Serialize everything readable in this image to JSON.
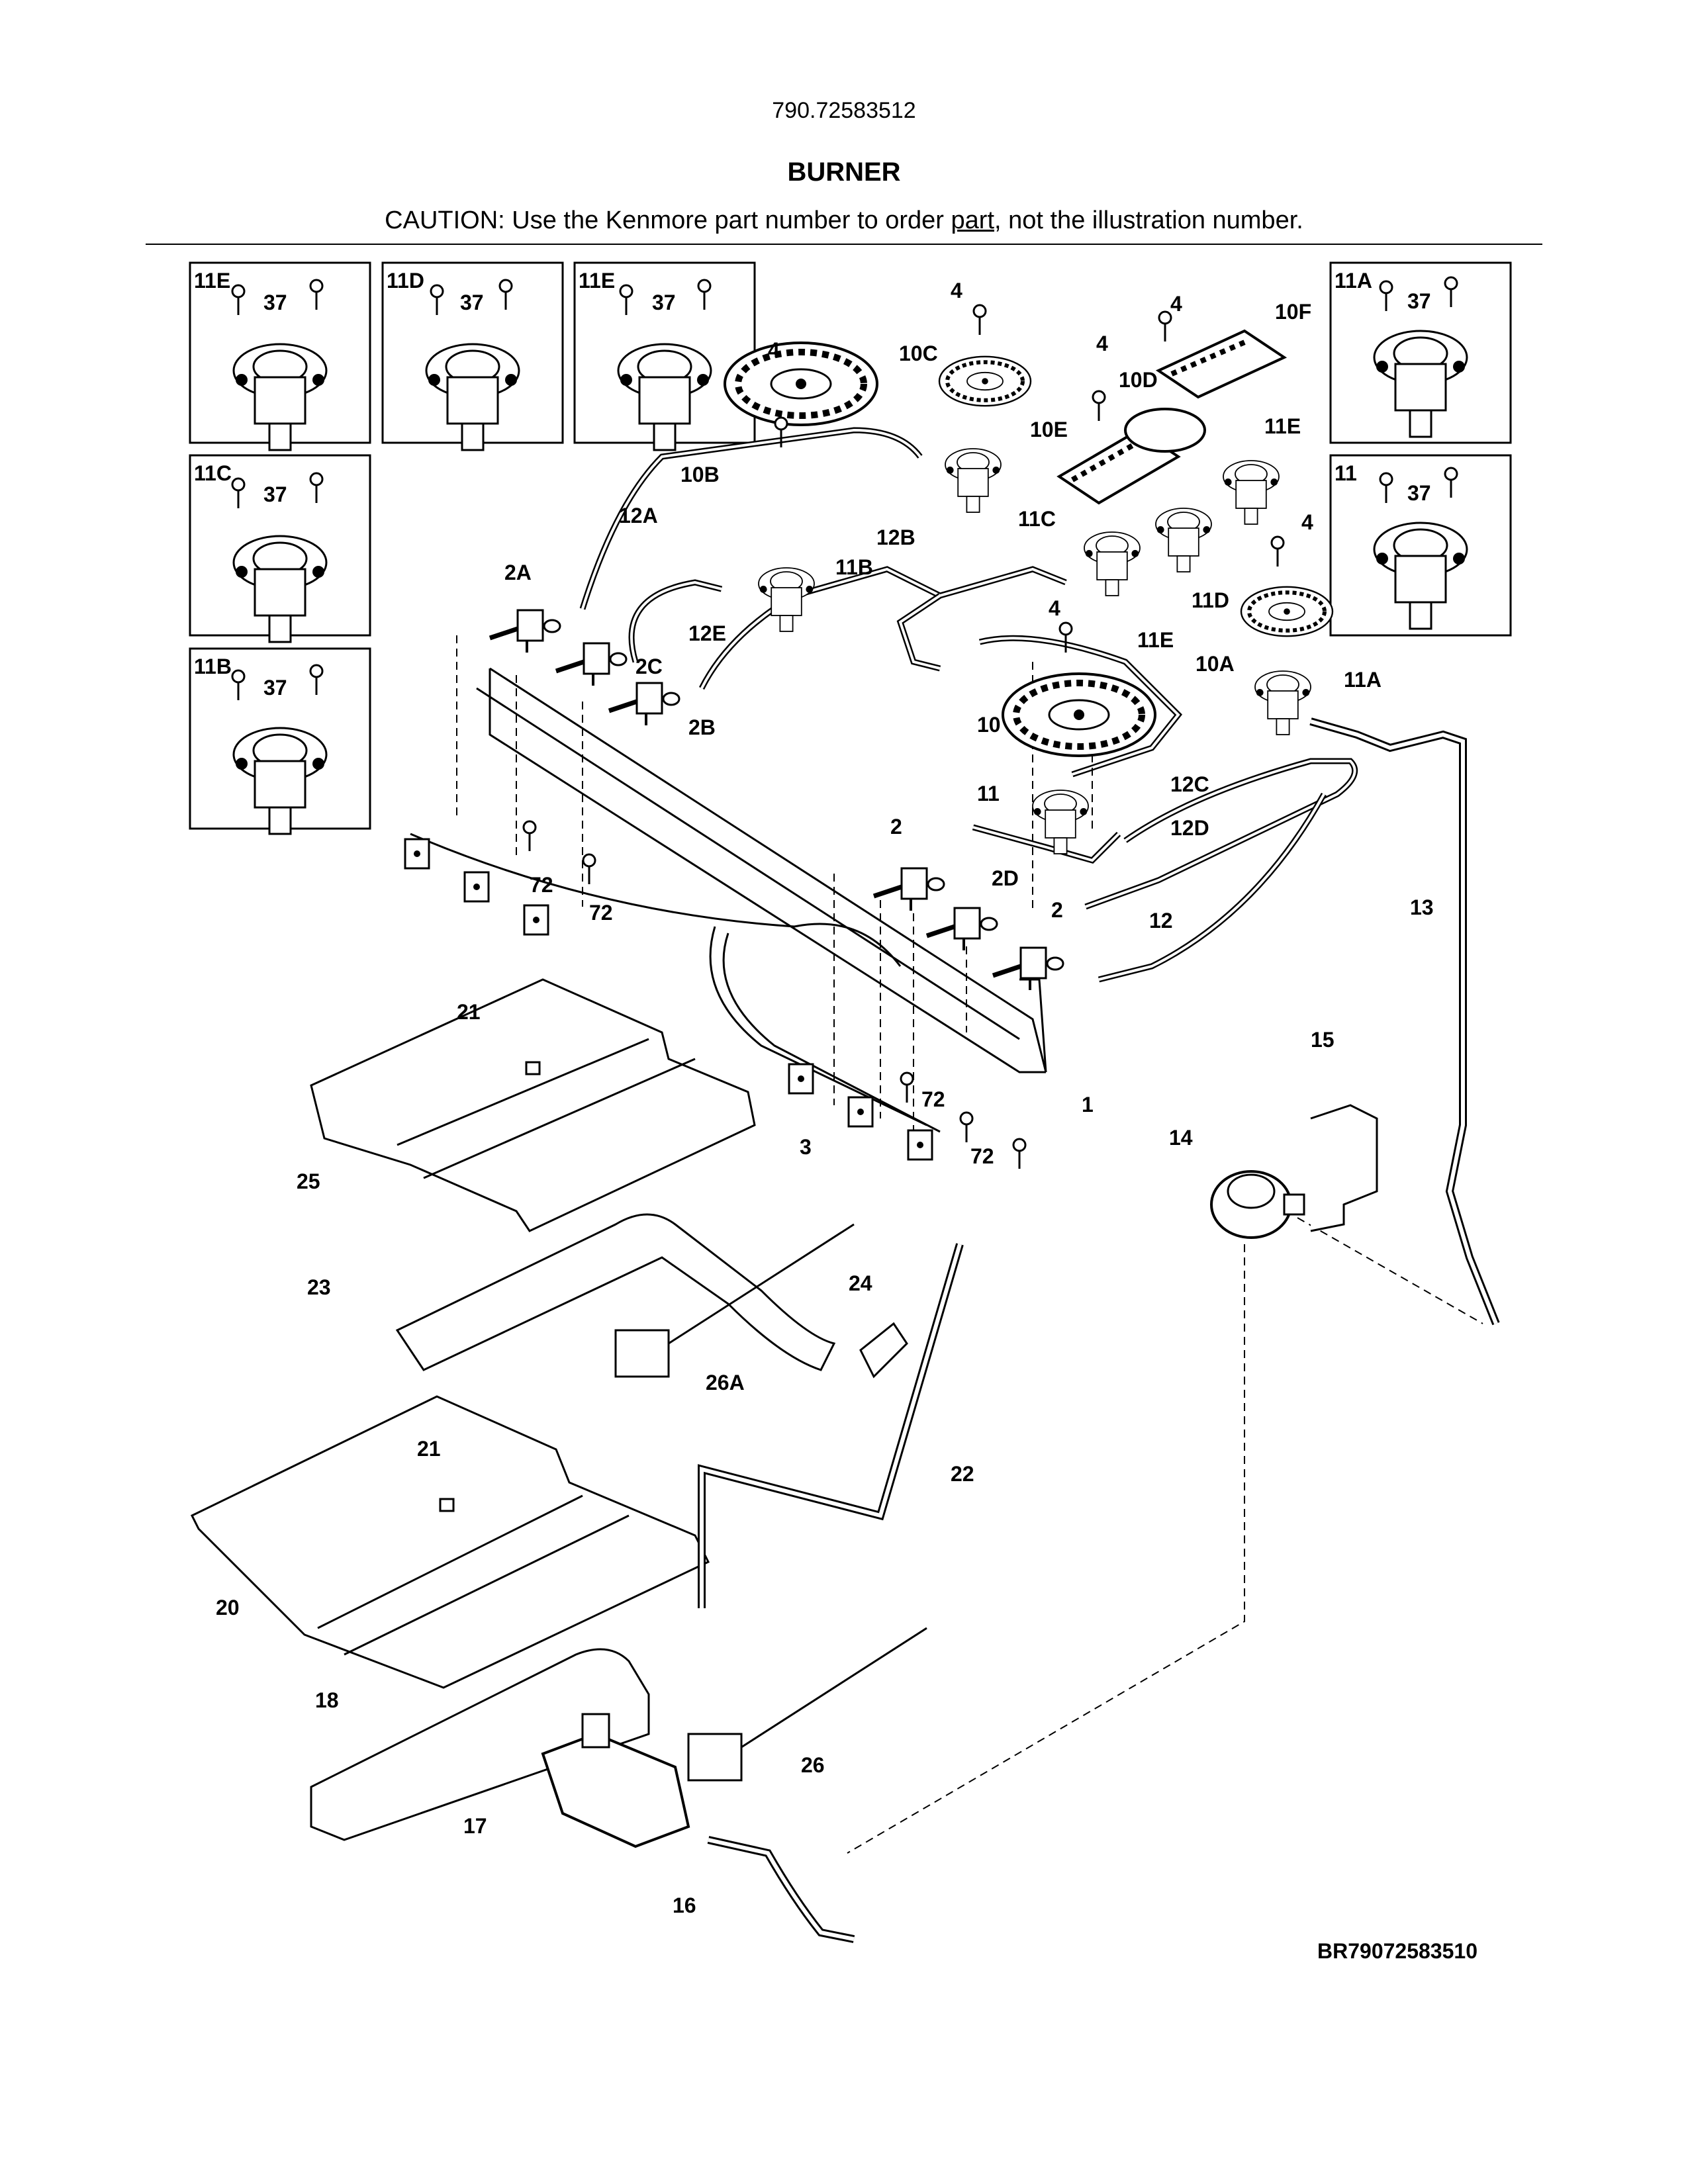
{
  "header": {
    "model": "790.72583512",
    "title": "BURNER",
    "caution_before": "CAUTION: Use the Kenmore part number to order ",
    "caution_link": "part",
    "caution_after": ", not the illustration number."
  },
  "insets": [
    {
      "label": "11E",
      "screw": "37"
    },
    {
      "label": "11D",
      "screw": "37"
    },
    {
      "label": "11E",
      "screw": "37"
    },
    {
      "label": "11C",
      "screw": "37"
    },
    {
      "label": "11B",
      "screw": "37"
    },
    {
      "label": "11A",
      "screw": "37"
    },
    {
      "label": "11",
      "screw": "37"
    }
  ],
  "callouts": {
    "c4a": "4",
    "c4b": "4",
    "c4c": "4",
    "c4d": "4",
    "c4e": "4",
    "c4f": "4",
    "c10": "10",
    "c10A": "10A",
    "c10B": "10B",
    "c10C": "10C",
    "c10D": "10D",
    "c10E": "10E",
    "c10F": "10F",
    "c11": "11",
    "c11A": "11A",
    "c11B": "11B",
    "c11C": "11C",
    "c11D": "11D",
    "c11Ea": "11E",
    "c11Eb": "11E",
    "c12": "12",
    "c12A": "12A",
    "c12B": "12B",
    "c12C": "12C",
    "c12D": "12D",
    "c12E": "12E",
    "c2a": "2",
    "c2b": "2",
    "c2A": "2A",
    "c2B": "2B",
    "c2C": "2C",
    "c2D": "2D",
    "c1": "1",
    "c3": "3",
    "c13": "13",
    "c14": "14",
    "c15": "15",
    "c16": "16",
    "c17": "17",
    "c18": "18",
    "c20": "20",
    "c21a": "21",
    "c21b": "21",
    "c22": "22",
    "c23": "23",
    "c24": "24",
    "c25": "25",
    "c26": "26",
    "c26A": "26A",
    "c72a": "72",
    "c72b": "72",
    "c72c": "72",
    "c72d": "72"
  },
  "footer": {
    "ref_code": "BR79072583510"
  }
}
